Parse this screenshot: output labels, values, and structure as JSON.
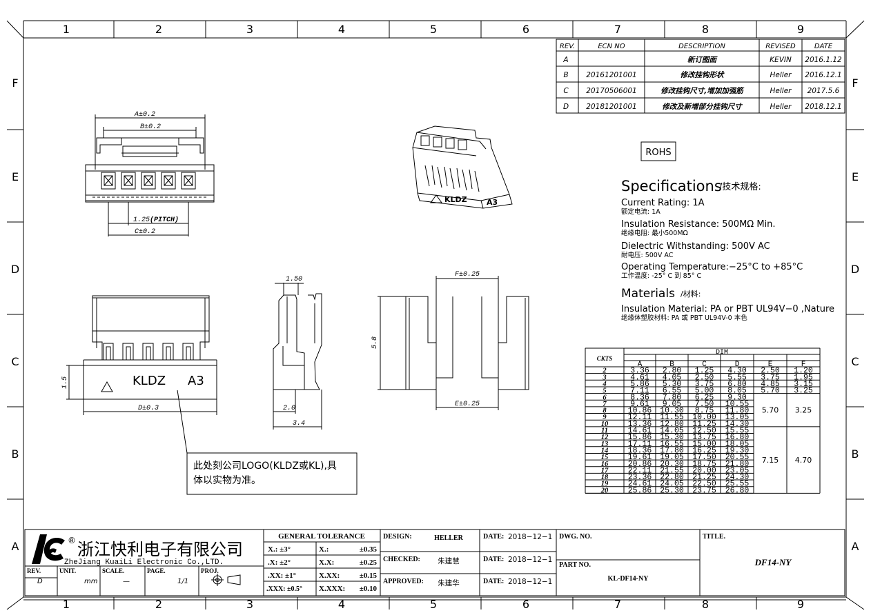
{
  "zones": {
    "columns": [
      "1",
      "2",
      "3",
      "4",
      "5",
      "6",
      "7",
      "8",
      "9"
    ],
    "rows": [
      "F",
      "E",
      "D",
      "C",
      "B",
      "A"
    ]
  },
  "revisions": {
    "headers": [
      "REV.",
      "ECN NO",
      "DESCRIPTION",
      "REVISED",
      "DATE"
    ],
    "rows": [
      [
        "A",
        "",
        "新订图面",
        "KEVIN",
        "2016.1.12"
      ],
      [
        "B",
        "20161201001",
        "修改挂钩形状",
        "Heller",
        "2016.12.1"
      ],
      [
        "C",
        "20170506001",
        "修改挂钩尺寸,增加加强筋",
        "Heller",
        "2017.5.6"
      ],
      [
        "D",
        "20181201001",
        "修改及新增部分挂钩尺寸",
        "Heller",
        "2018.12.1"
      ]
    ]
  },
  "rohs": "ROHS",
  "specs": {
    "title": "Specifications",
    "title_cn": "/技术规格:",
    "items": [
      {
        "en": "Current Rating: 1A",
        "cn": "额定电流: 1A"
      },
      {
        "en": "Insulation Resistance:  500MΩ  Min.",
        "cn": "绝缘电阻: 最小500MΩ"
      },
      {
        "en": "Dielectric Withstanding:  500V AC",
        "cn": "耐电压: 500V AC"
      },
      {
        "en": "Operating Temperature:−25°C to +85°C",
        "cn": "工作温度: -25° C 到 85° C"
      }
    ],
    "materials_title": "Materials",
    "materials_cn": "/材料:",
    "material": {
      "en": "Insulation Material:  PA or PBT UL94V−0 ,Nature",
      "cn": "绝缘体塑胶材料: PA 或 PBT UL94V-0 本色"
    }
  },
  "dims": {
    "a": "A±0.2",
    "b": "B±0.2",
    "pitch": "1.25",
    "pitch_label": "(PITCH)",
    "c": "C±0.2",
    "d": "D±0.3",
    "h15": "1.5",
    "w150": "1.50",
    "w20": "2.0",
    "w34": "3.4",
    "f": "F±0.25",
    "e": "E±0.25",
    "h58": "5.8",
    "brand": "KLDZ",
    "model": "A3"
  },
  "note": {
    "line1": "此处刻公司LOGO(KLDZ或KL),具",
    "line2": "体以实物为准。"
  },
  "table": {
    "ckts": "CKTS",
    "dim": "DIM",
    "cols": [
      "A",
      "B",
      "C",
      "D",
      "E",
      "F"
    ],
    "rows": [
      [
        "2",
        "3.36",
        "2.80",
        "1.25",
        "4.30",
        "2.50",
        "1.20"
      ],
      [
        "3",
        "4.61",
        "4.05",
        "2.50",
        "5.55",
        "3.75",
        "1.95"
      ],
      [
        "4",
        "5.86",
        "5.30",
        "3.75",
        "6.80",
        "4.85",
        "3.15"
      ],
      [
        "5",
        "7.11",
        "6.55",
        "5.00",
        "8.05",
        "5.70",
        "3.25"
      ],
      [
        "6",
        "8.36",
        "7.80",
        "6.25",
        "9.30"
      ],
      [
        "7",
        "9.61",
        "9.05",
        "7.50",
        "10.55"
      ],
      [
        "8",
        "10.86",
        "10.30",
        "8.75",
        "11.80"
      ],
      [
        "9",
        "12.11",
        "11.55",
        "10.00",
        "13.05"
      ],
      [
        "10",
        "13.36",
        "12.80",
        "11.25",
        "14.30"
      ],
      [
        "11",
        "14.61",
        "14.05",
        "12.50",
        "15.55"
      ],
      [
        "12",
        "15.86",
        "15.30",
        "13.75",
        "16.80"
      ],
      [
        "13",
        "17.11",
        "16.55",
        "15.00",
        "18.05"
      ],
      [
        "14",
        "18.36",
        "17.80",
        "16.25",
        "19.30"
      ],
      [
        "15",
        "19.61",
        "19.05",
        "17.50",
        "20.55"
      ],
      [
        "16",
        "20.86",
        "20.30",
        "18.75",
        "21.80"
      ],
      [
        "17",
        "22.11",
        "21.55",
        "20.00",
        "23.05"
      ],
      [
        "18",
        "23.36",
        "22.80",
        "21.25",
        "24.30"
      ],
      [
        "19",
        "24.61",
        "24.05",
        "22.50",
        "25.55"
      ],
      [
        "20",
        "25.86",
        "25.30",
        "23.75",
        "26.80"
      ]
    ],
    "groups": [
      {
        "e": "5.70",
        "f": "3.25"
      },
      {
        "e": "7.15",
        "f": "4.70"
      }
    ]
  },
  "title_block": {
    "company_cn": "浙江快利电子有限公司",
    "company_en": "ZheJiang KuaiLi Electronic Co.,LTD.",
    "registered": "®",
    "rev_label": "REV.",
    "rev": "D",
    "unit_label": "UNIT.",
    "unit": "mm",
    "scale_label": "SCALE.",
    "scale": "—",
    "page_label": "PAGE.",
    "page": "1/1",
    "proj_label": "PROJ.",
    "tolerance_title": "GENERAL  TOLERANCE",
    "tolerances": [
      [
        "X.: ±3°",
        "X.:",
        "±0.35"
      ],
      [
        ".X: ±2°",
        "X.X:",
        "±0.25"
      ],
      [
        ".XX: ±1°",
        "X.XX:",
        "±0.15"
      ],
      [
        ".XXX: ±0.5°",
        "X.XXX:",
        "±0.10"
      ]
    ],
    "design_label": "DESIGN:",
    "design": "HELLER",
    "checked_label": "CHECKED:",
    "checked": "朱建慧",
    "approved_label": "APPROVED:",
    "approved": "朱建华",
    "date_label": "DATE:",
    "dates": [
      "2018−12−1",
      "2018−12−1",
      "2018−12−1"
    ],
    "dwg_label": "DWG. NO.",
    "part_label": "PART NO.",
    "part": "KL-DF14-NY",
    "title_label": "TITLE.",
    "title": "DF14-NY"
  }
}
